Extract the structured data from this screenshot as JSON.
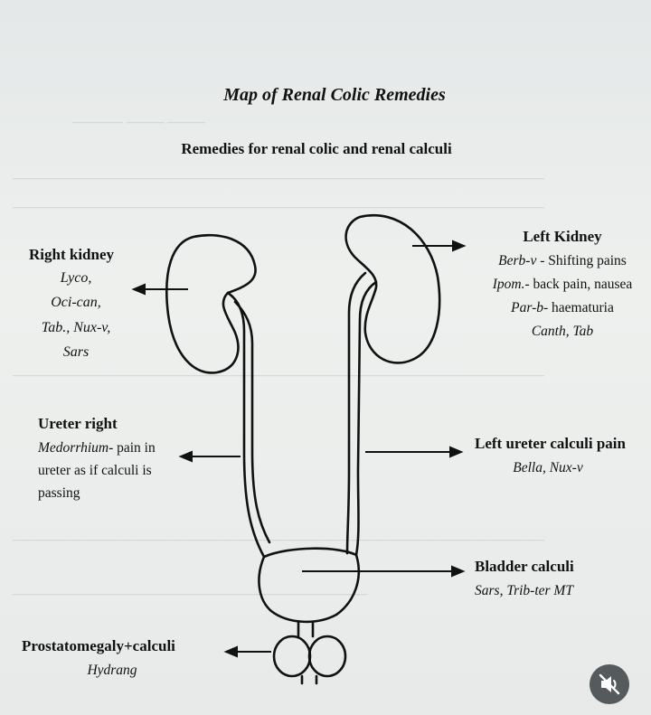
{
  "title": "Map of Renal Colic Remedies",
  "subtitle": "Remedies for renal colic and renal calculi",
  "right_kidney": {
    "heading": "Right kidney",
    "remedies": [
      "Lyco,",
      "Oci-can,",
      "Tab., Nux-v,",
      "Sars"
    ]
  },
  "left_kidney": {
    "heading": "Left Kidney",
    "lines": [
      {
        "remedy": "Berb-v",
        "note": " - Shifting pains"
      },
      {
        "remedy": "Ipom.",
        "note": "- back pain, nausea"
      },
      {
        "remedy": "Par-b",
        "note": "- haematuria"
      },
      {
        "remedy": "Canth, Tab",
        "note": ""
      }
    ]
  },
  "ureter_right": {
    "heading": "Ureter right",
    "remedy": "Medorrhium",
    "note_1": "- pain in",
    "note_2": "ureter as if calculi is",
    "note_3": "passing"
  },
  "left_ureter": {
    "heading": "Left ureter calculi pain",
    "remedies": "Bella, Nux-v"
  },
  "bladder": {
    "heading": "Bladder calculi",
    "remedies": "Sars, Trib-ter MT"
  },
  "prostate": {
    "heading": "Prostatomegaly+calculi",
    "remedies": "Hydrang"
  },
  "colors": {
    "ink": "#111111",
    "paper": "#e9eceb",
    "button": "#555a5c"
  },
  "mute_button_icon": "speaker-muted-icon"
}
